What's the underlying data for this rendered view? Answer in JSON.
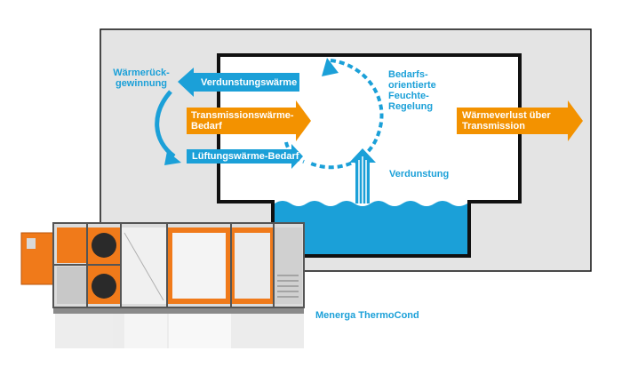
{
  "colors": {
    "blue": "#1ba0d8",
    "orange": "#f39200",
    "panel_gray": "#e4e4e4",
    "outline": "#111111",
    "water": "#1ba0d8",
    "unit_orange": "#f07a1a"
  },
  "labels": {
    "heat_recovery": "Wärmerück-\ngewinnung",
    "evaporation_heat": "Verdunstungswärme",
    "transmission_demand": "Transmissionswärme-\nBedarf",
    "ventilation_demand": "Lüftungswärme-Bedarf",
    "humidity_control": "Bedarfs-\norientierte\nFeuchte-\nRegelung",
    "evaporation": "Verdunstung",
    "heat_loss": "Wärmeverlust über\nTransmission",
    "product_name": "Menerga ThermoCond"
  },
  "icons": {
    "heat_recovery_arrow": "curved-arrow-down-icon",
    "humidity_cycle": "dotted-circular-arrow-icon",
    "evaporation_arrow": "up-arrow-icon"
  }
}
